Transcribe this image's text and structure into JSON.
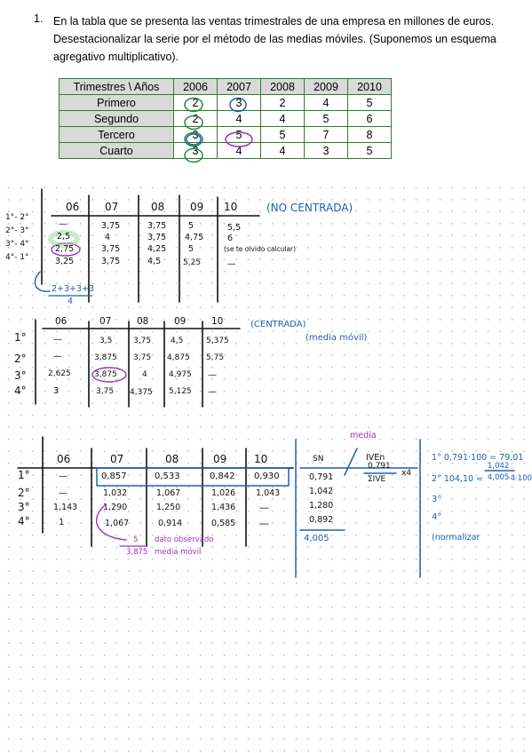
{
  "exercise": {
    "number": "1.",
    "text": "En la tabla que se presenta las ventas trimestrales de una empresa en millones de euros. Desestacionalizar la serie por el método de las medias móviles. (Suponemos un esquema agregativo multiplicativo)."
  },
  "sales_table": {
    "corner": "Trimestres \\ Años",
    "years": [
      "2006",
      "2007",
      "2008",
      "2009",
      "2010"
    ],
    "rows": [
      {
        "label": "Primero",
        "values": [
          "2",
          "3",
          "2",
          "4",
          "5"
        ]
      },
      {
        "label": "Segundo",
        "values": [
          "2",
          "4",
          "4",
          "5",
          "6"
        ]
      },
      {
        "label": "Tercero",
        "values": [
          "3",
          "5",
          "5",
          "7",
          "8"
        ]
      },
      {
        "label": "Cuarto",
        "values": [
          "3",
          "4",
          "4",
          "3",
          "5"
        ]
      }
    ]
  },
  "notes": {
    "table1": {
      "headers": [
        "06",
        "07",
        "08",
        "09",
        "10"
      ],
      "row_labels": [
        "1°- 2°",
        "2°- 3°",
        "3°- 4°",
        "4°- 1°"
      ],
      "rows": [
        [
          "—",
          "3,75",
          "3,75",
          "5",
          "5,5"
        ],
        [
          "2,5",
          "4",
          "3,75",
          "4,75",
          "6"
        ],
        [
          "2,75",
          "3,75",
          "4,25",
          "5",
          "(se te olvido calcular)"
        ],
        [
          "3,25",
          "3,75",
          "4,5",
          "5,25",
          "—"
        ]
      ],
      "tag": "(NO CENTRADA)",
      "formula_top": "2+3+3+3",
      "formula_bottom": "4"
    },
    "table2": {
      "headers": [
        "06",
        "07",
        "08",
        "09",
        "10"
      ],
      "row_labels": [
        "1°",
        "2°",
        "3°",
        "4°"
      ],
      "rows": [
        [
          "—",
          "3,5",
          "3,75",
          "4,5",
          "5,375"
        ],
        [
          "—",
          "3,875",
          "3,75",
          "4,875",
          "5,75"
        ],
        [
          "2,625",
          "3,875",
          "4",
          "4,975",
          "—"
        ],
        [
          "3",
          "3,75",
          "4,375",
          "5,125",
          "—"
        ]
      ],
      "tag": "(CENTRADA)",
      "subtag": "(media móvil)"
    },
    "table3": {
      "headers": [
        "06",
        "07",
        "08",
        "09",
        "10"
      ],
      "row_labels": [
        "1°",
        "2°",
        "3°",
        "4°"
      ],
      "rows": [
        [
          "—",
          "0,857",
          "0,533",
          "0,842",
          "0,930"
        ],
        [
          "—",
          "1,032",
          "1,067",
          "1,026",
          "1,043"
        ],
        [
          "1,143",
          "1,290",
          "1,250",
          "1,436",
          "—"
        ],
        [
          "1",
          "1,067",
          "0,914",
          "0,585",
          "—"
        ]
      ],
      "annotation_num": "5",
      "annotation_num_label": "dato observado",
      "annotation_den": "3,875",
      "annotation_den_label": "media móvil",
      "sn_header": "SN",
      "sn_values": [
        "0,791",
        "1,042",
        "1,280",
        "0,892"
      ],
      "sn_total": "4,005",
      "media_label": "media",
      "ive_header": "IVEn",
      "ive_frac_top": "0,791",
      "ive_frac_bottom": "ΣIVE",
      "ive_times": "x4",
      "calc_1": "1° 0,791·100 = 79,01",
      "calc_2_left": "2° 104,10 =",
      "calc_2_frac_top": "1,042",
      "calc_2_frac_bottom": "4,005",
      "calc_2_right": "·4·100",
      "calc_3": "3°",
      "calc_4": "4°",
      "normalize": "(normalizar"
    }
  }
}
